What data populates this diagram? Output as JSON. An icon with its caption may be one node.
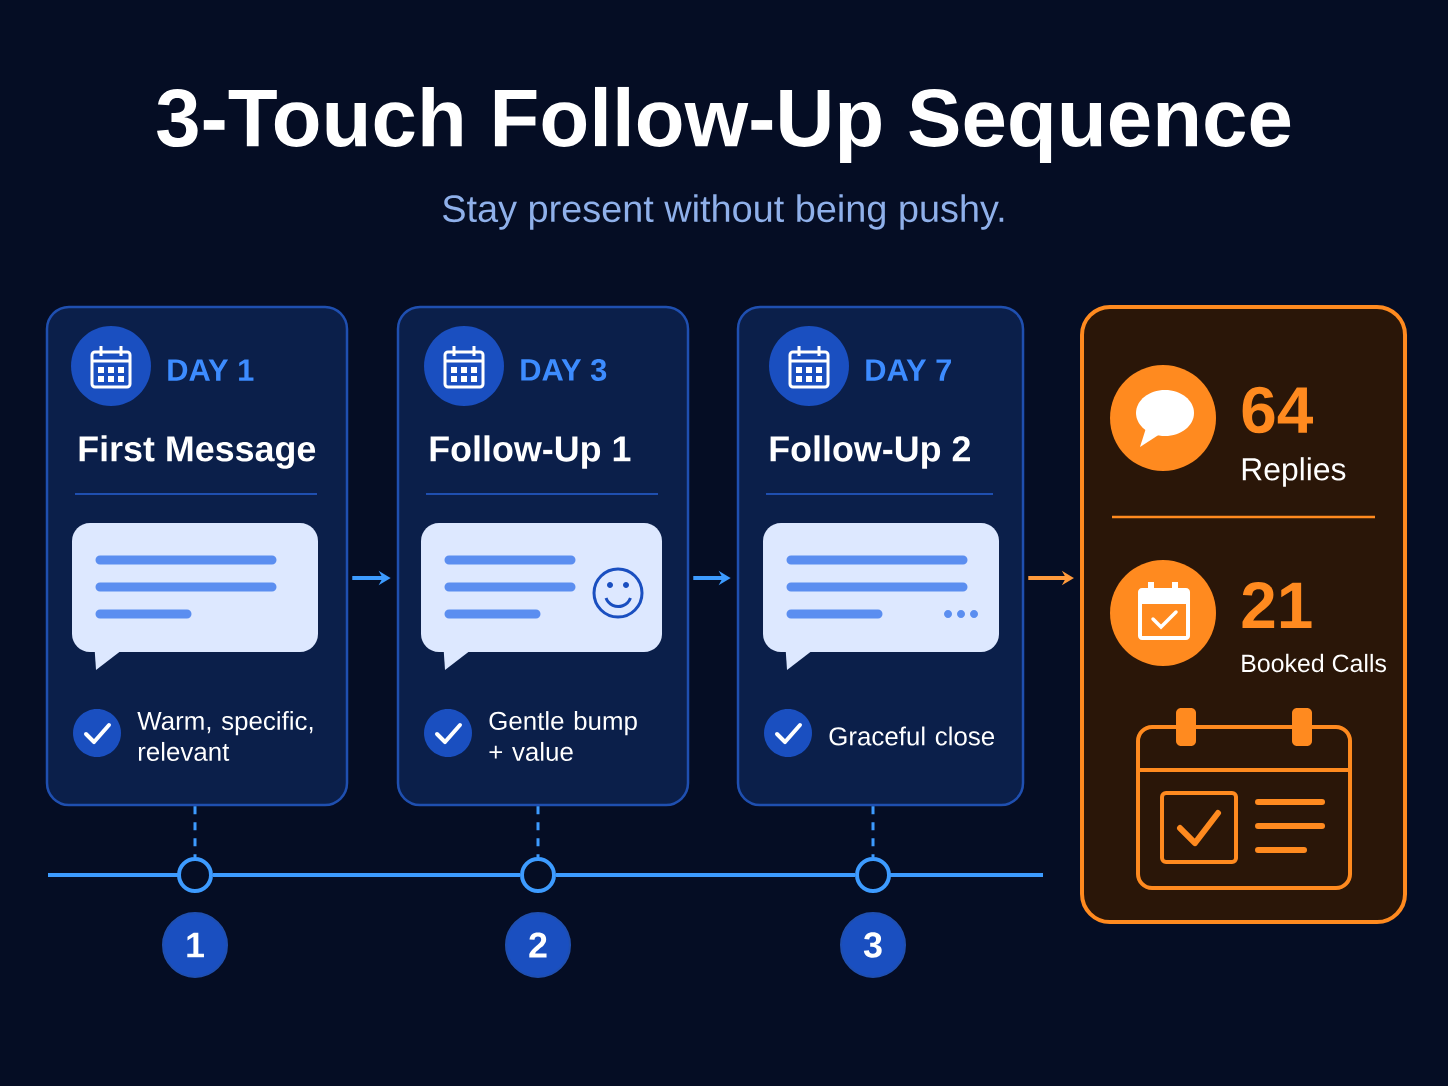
{
  "diagram": {
    "title": "3-Touch Follow-Up Sequence",
    "nodes": [
      {
        "text": [
          "DAY 1",
          "First Message",
          "Warm, specific, relevant"
        ]
      },
      {
        "text": [
          "DAY 3",
          "Follow-Up 1",
          "Gentle bump + value"
        ]
      },
      {
        "text": [
          "DAY 7",
          "Follow-Up 2",
          "Graceful close"
        ]
      },
      {
        "text": [
          "64",
          "Replies",
          "21",
          "Booked Calls"
        ]
      },
      {
        "text": [],
        "shape": "circle"
      },
      {
        "text": [],
        "shape": "circle"
      },
      {
        "text": [],
        "shape": "circle"
      },
      {
        "text": [
          "1"
        ]
      },
      {
        "text": [
          "2"
        ]
      },
      {
        "text": [
          "3"
        ]
      }
    ],
    "edges": [
      {
        "from": 0,
        "to": 1,
        "arrow": "to"
      },
      {
        "from": 1,
        "to": 2,
        "arrow": "to"
      },
      {
        "from": 2,
        "to": 3,
        "arrow": "to",
        "color": "#ff9a3c"
      },
      {
        "from": 0,
        "to": 4,
        "arrow": "none",
        "style": "dashed"
      },
      {
        "from": 1,
        "to": 5,
        "arrow": "none",
        "style": "dashed"
      },
      {
        "from": 2,
        "to": 6,
        "arrow": "none",
        "style": "dashed"
      },
      {
        "from": 4,
        "to": 5,
        "arrow": "none"
      },
      {
        "from": 5,
        "to": 6,
        "arrow": "none"
      }
    ],
    "labels": [
      "Stay present without being pushy."
    ]
  }
}
